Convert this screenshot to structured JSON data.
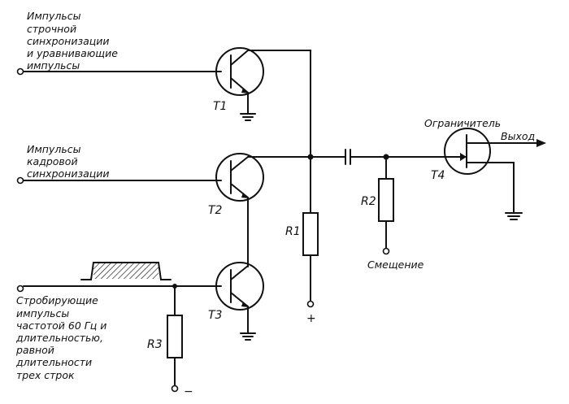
{
  "labels": {
    "input1": [
      "Импульсы",
      "строчной",
      "синхронизации",
      "и уравнивающие",
      "импульсы"
    ],
    "input2": [
      "Импульсы",
      "кадровой",
      "синхронизации"
    ],
    "input3": [
      "Стробирующие",
      "импульсы",
      "частотой 60 Гц и",
      "длительностью,",
      "равной",
      "длительности",
      "трех строк"
    ],
    "t1": "T1",
    "t2": "T2",
    "t3": "T3",
    "t4": "T4",
    "r1": "R1",
    "r2": "R2",
    "r3": "R3",
    "limiter": "Ограничитель",
    "output": "Выход",
    "bias": "Смещение",
    "plus": "+",
    "minus": "−"
  }
}
